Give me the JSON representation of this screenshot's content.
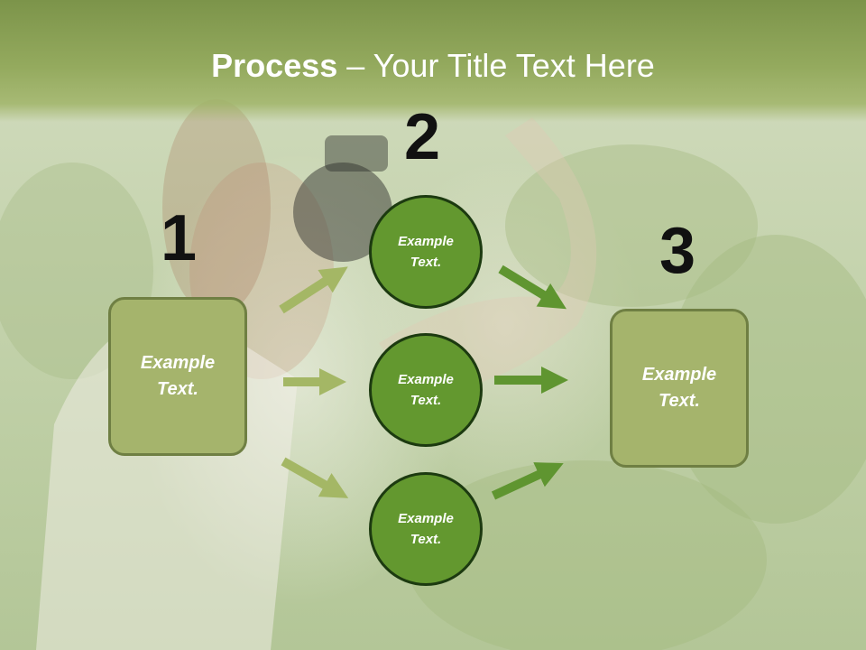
{
  "title": {
    "bold": "Process",
    "rest": " – Your Title Text Here"
  },
  "numbers": [
    "1",
    "2",
    "3"
  ],
  "left_box": {
    "line1": "Example",
    "line2": "Text."
  },
  "circles": [
    {
      "line1": "Example",
      "line2": "Text."
    },
    {
      "line1": "Example",
      "line2": "Text."
    },
    {
      "line1": "Example",
      "line2": "Text."
    }
  ],
  "right_box": {
    "line1": "Example",
    "line2": "Text."
  },
  "colors": {
    "box_fill": "#a5b46c",
    "circle_fill": "#63982f",
    "arrow_light": "#a4b765",
    "arrow_dark": "#5f9530",
    "title_band": "#8aa254"
  }
}
